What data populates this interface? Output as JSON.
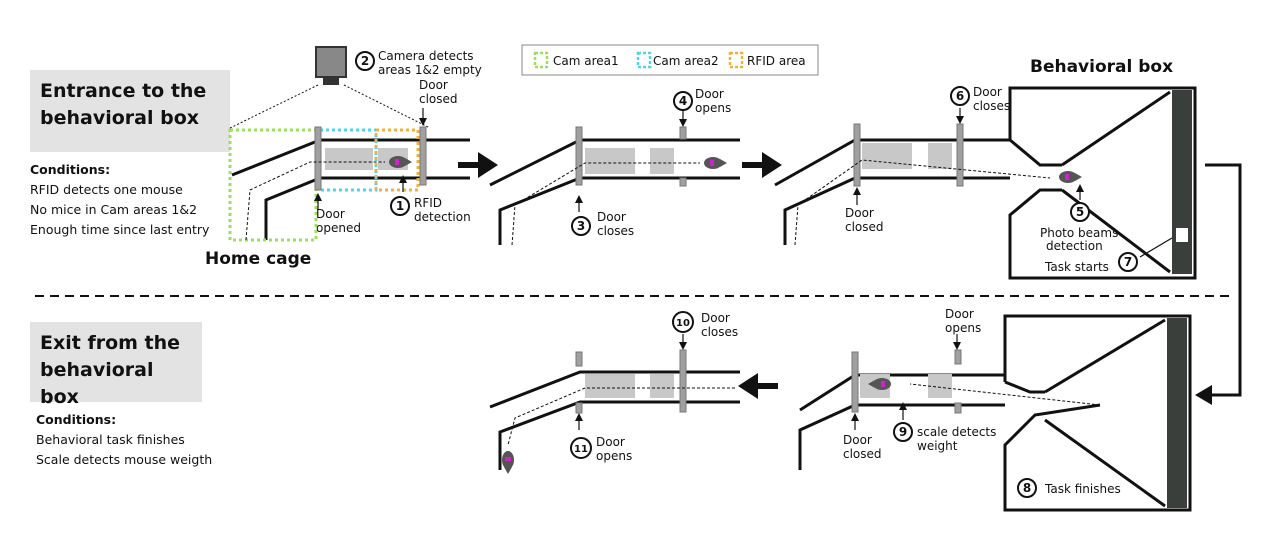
{
  "entrance": {
    "title_line1": "Entrance to the",
    "title_line2": "behavioral box",
    "conditions_heading": "Conditions:",
    "conditions": [
      "RFID detects one mouse",
      "No mice in Cam areas 1&2",
      "Enough time since last entry"
    ]
  },
  "exit": {
    "title_line1": "Exit from the",
    "title_line2": "behavioral box",
    "conditions_heading": "Conditions:",
    "conditions": [
      "Behavioral task finishes",
      "Scale detects mouse weigth"
    ]
  },
  "legend": {
    "items": [
      {
        "label": "Cam area1",
        "color": "#9be05a"
      },
      {
        "label": "Cam area2",
        "color": "#4fd6e8"
      },
      {
        "label": "RFID area",
        "color": "#f0b040"
      }
    ]
  },
  "labels": {
    "home_cage": "Home cage",
    "behavioral_box": "Behavioral box",
    "camera_line1": "Camera detects",
    "camera_line2": "areas 1&2 empty",
    "door_closed_1a": "Door",
    "door_closed_1b": "closed",
    "door_opened_a": "Door",
    "door_opened_b": "opened",
    "rfid_a": "RFID",
    "rfid_b": "detection",
    "door_opens_4a": "Door",
    "door_opens_4b": "opens",
    "door_closes_3a": "Door",
    "door_closes_3b": "closes",
    "door_closes_6a": "Door",
    "door_closes_6b": "closes",
    "door_closed_2a": "Door",
    "door_closed_2b": "closed",
    "photo_a": "Photo beams",
    "photo_b": "detection",
    "task_starts": "Task starts",
    "door_closes_10a": "Door",
    "door_closes_10b": "closes",
    "door_opens_11a": "Door",
    "door_opens_11b": "opens",
    "door_opens_exit_a": "Door",
    "door_opens_exit_b": "opens",
    "door_closed_3a": "Door",
    "door_closed_3b": "closed",
    "scale_a": "scale detects",
    "scale_b": "weight",
    "task_finishes": "Task finishes"
  },
  "steps": [
    "1",
    "2",
    "3",
    "4",
    "5",
    "6",
    "7",
    "8",
    "9",
    "10",
    "11"
  ],
  "colors": {
    "gray_block": "#c8c8c8",
    "door": "#a0a0a0",
    "screen": "#3a3f3c",
    "mouse": "#555555",
    "mouse_tag": "#d020d0",
    "title_bg": "#e3e3e3"
  }
}
